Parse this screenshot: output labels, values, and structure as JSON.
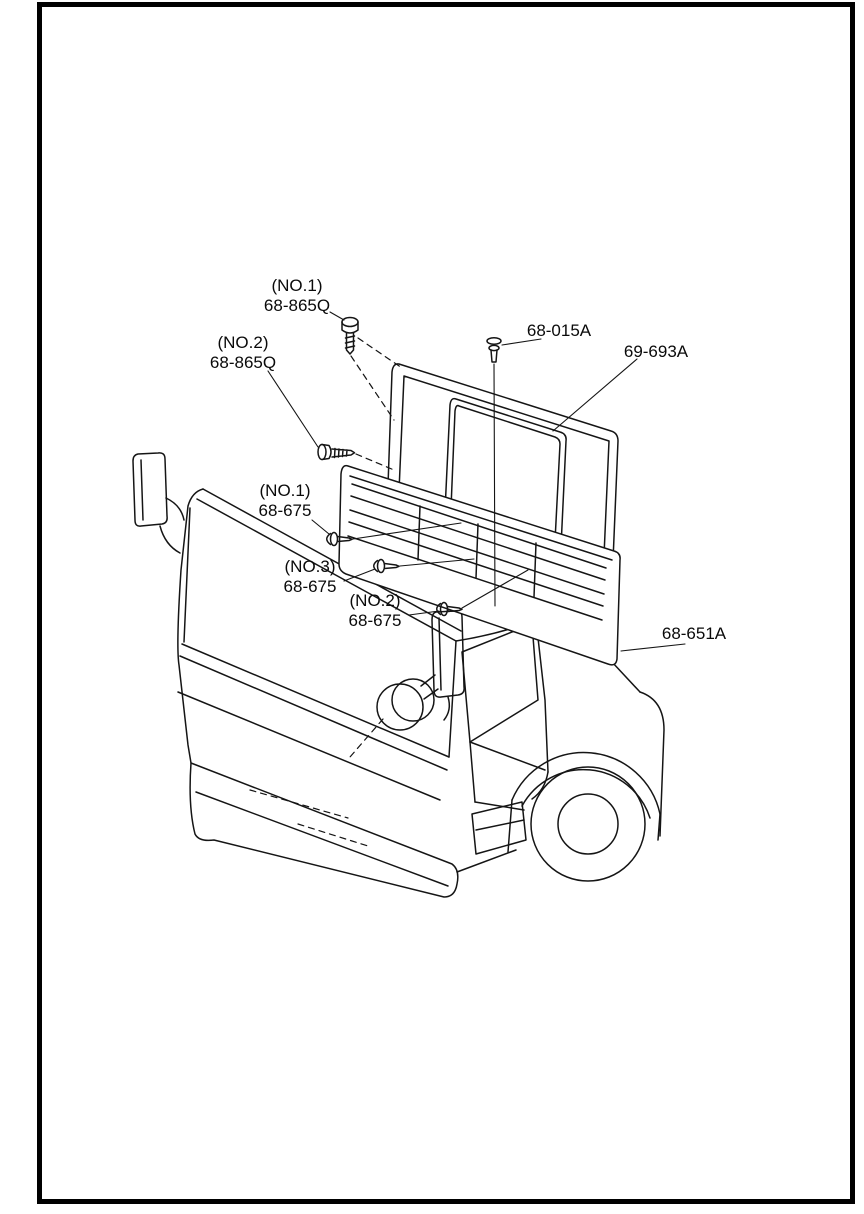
{
  "page": {
    "background_color": "#ffffff",
    "frame_color": "#000000",
    "line_color": "#151515"
  },
  "diagram": {
    "labels": [
      {
        "note": "(NO.1)",
        "part": "68-865Q"
      },
      {
        "note": "(NO.2)",
        "part": "68-865Q"
      },
      {
        "part": "68-015A"
      },
      {
        "part": "69-693A"
      },
      {
        "note": "(NO.1)",
        "part": "68-675"
      },
      {
        "note": "(NO.3)",
        "part": "68-675"
      },
      {
        "note": "(NO.2)",
        "part": "68-675"
      },
      {
        "part": "68-651A"
      }
    ]
  }
}
